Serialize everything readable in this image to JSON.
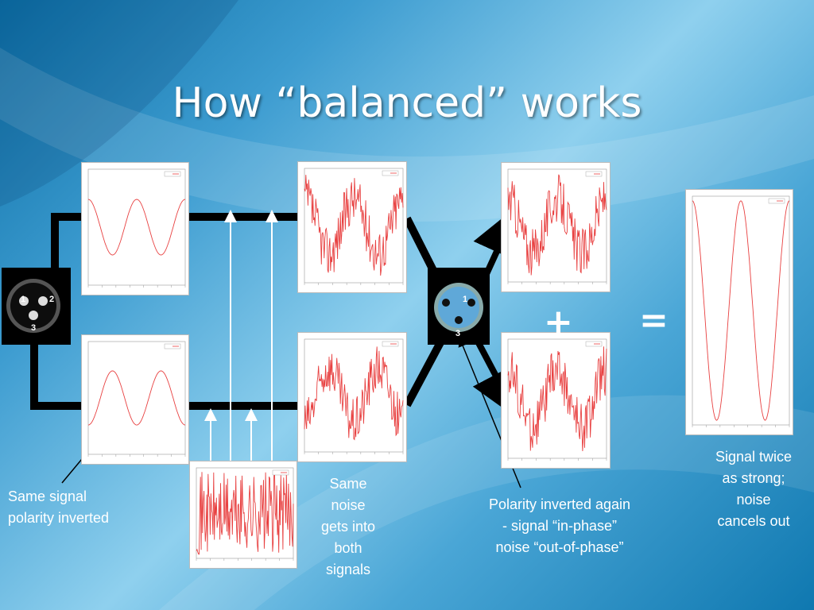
{
  "title": "How “balanced” works",
  "connector_pins": [
    "1",
    "2",
    "3"
  ],
  "connector2_pins": [
    "1",
    "3"
  ],
  "operators": {
    "plus": "+",
    "equals": "="
  },
  "labels": {
    "same_signal": [
      "Same signal",
      "polarity inverted"
    ],
    "same_noise": [
      "Same",
      "noise",
      "gets into",
      "both",
      "signals"
    ],
    "polarity_again": [
      "Polarity inverted again",
      "- signal “in-phase”",
      "noise “out-of-phase”"
    ],
    "signal_twice": [
      "Signal twice",
      "as strong;",
      "noise",
      "cancels out"
    ]
  },
  "colors": {
    "trace": "#e84040",
    "wire": "#000000",
    "text": "#ffffff"
  },
  "chart_data": [
    {
      "type": "line",
      "name_id": "signal-top",
      "kind": "sine",
      "phase": 0,
      "cycles": 2
    },
    {
      "type": "line",
      "name_id": "signal-bottom",
      "kind": "sine",
      "phase": 180,
      "cycles": 2
    },
    {
      "type": "line",
      "name_id": "noisy-top",
      "kind": "sine+noise",
      "phase": 0,
      "cycles": 2
    },
    {
      "type": "line",
      "name_id": "noisy-bottom",
      "kind": "sine+noise",
      "phase": 180,
      "cycles": 2
    },
    {
      "type": "line",
      "name_id": "noise-source",
      "kind": "noise"
    },
    {
      "type": "line",
      "name_id": "reinverted-top",
      "kind": "sine+noise",
      "phase": 0,
      "cycles": 2
    },
    {
      "type": "line",
      "name_id": "reinverted-bottom",
      "kind": "sine-noise",
      "phase": 0,
      "cycles": 2
    },
    {
      "type": "line",
      "name_id": "result",
      "kind": "sine",
      "phase": 0,
      "cycles": 2,
      "amplitude": 2
    }
  ]
}
